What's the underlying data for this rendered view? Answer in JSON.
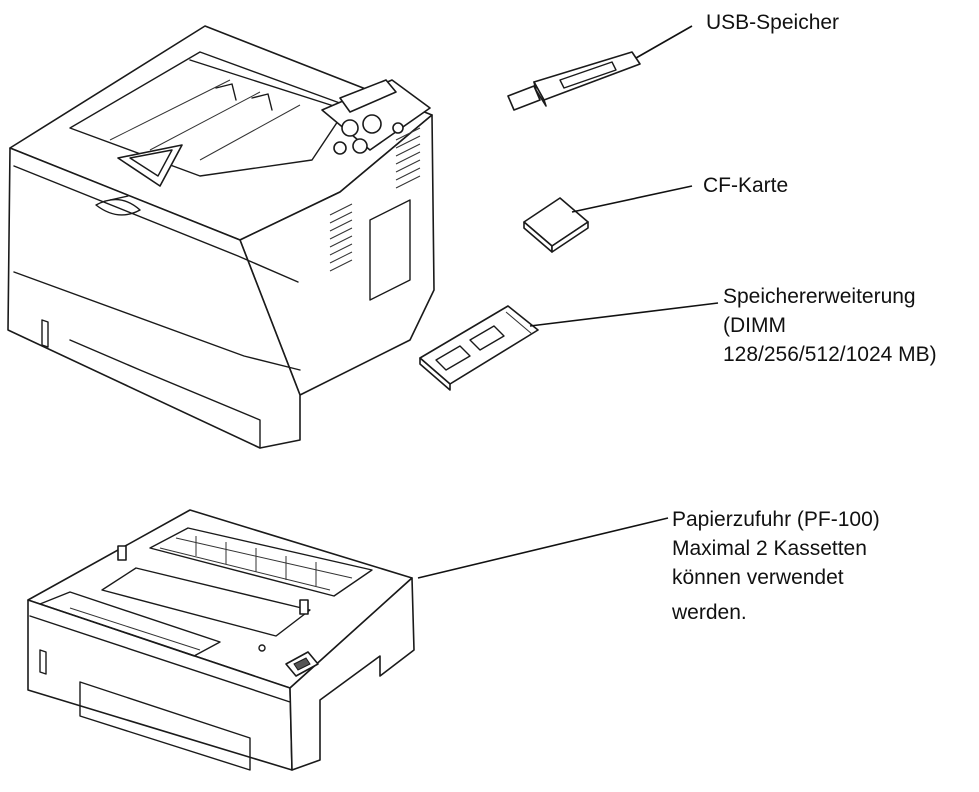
{
  "labels": {
    "usb": "USB-Speicher",
    "cf": "CF-Karte",
    "memory": [
      "Speichererweiterung",
      "(DIMM",
      "128/256/512/1024 MB)"
    ],
    "feeder": [
      "Papierzufuhr (PF-100)",
      "Maximal 2 Kassetten",
      "können verwendet",
      "werden."
    ]
  },
  "colors": {
    "line": "#1a1a1a",
    "background": "#ffffff",
    "text": "#111111"
  }
}
